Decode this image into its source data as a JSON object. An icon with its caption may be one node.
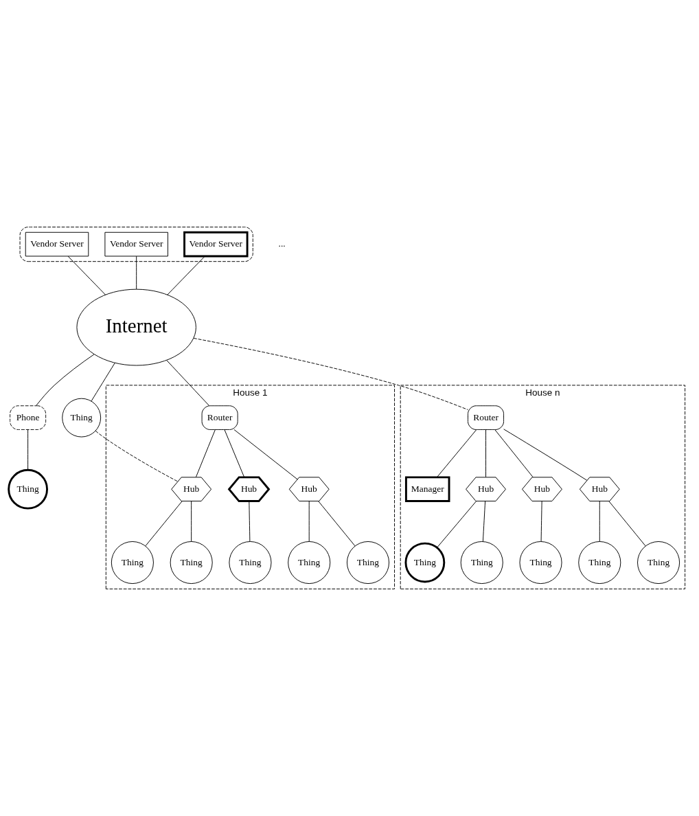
{
  "diagram": {
    "nodes": [
      {
        "text": [],
        "shape": "cloud"
      },
      {
        "text": [
          "Vendor Server"
        ],
        "in": 0
      },
      {
        "text": [
          "Vendor Server"
        ],
        "in": 0
      },
      {
        "text": [
          "Vendor Server"
        ],
        "in": 0
      },
      {
        "text": [
          "Internet"
        ]
      },
      {
        "text": [
          "Phone"
        ]
      },
      {
        "text": [
          "Thing"
        ]
      },
      {
        "text": [
          "Thing"
        ]
      },
      {
        "text": [
          "House 1"
        ]
      },
      {
        "text": [
          "Router"
        ],
        "in": 8
      },
      {
        "text": [
          "Hub"
        ],
        "in": 8
      },
      {
        "text": [
          "Hub"
        ],
        "in": 8
      },
      {
        "text": [
          "Hub"
        ],
        "in": 8
      },
      {
        "text": [
          "Thing"
        ],
        "in": 8
      },
      {
        "text": [
          "Thing"
        ],
        "in": 8
      },
      {
        "text": [
          "Thing"
        ],
        "in": 8
      },
      {
        "text": [
          "Thing"
        ],
        "in": 8
      },
      {
        "text": [
          "Thing"
        ],
        "in": 8
      },
      {
        "text": [
          "House n"
        ]
      },
      {
        "text": [
          "Router"
        ],
        "in": 18
      },
      {
        "text": [
          "Manager"
        ],
        "in": 18
      },
      {
        "text": [
          "Hub"
        ],
        "in": 18
      },
      {
        "text": [
          "Hub"
        ],
        "in": 18
      },
      {
        "text": [
          "Hub"
        ],
        "in": 18
      },
      {
        "text": [
          "Thing"
        ],
        "in": 18
      },
      {
        "text": [
          "Thing"
        ],
        "in": 18
      },
      {
        "text": [
          "Thing"
        ],
        "in": 18
      },
      {
        "text": [
          "Thing"
        ],
        "in": 18
      },
      {
        "text": [
          "Thing"
        ],
        "in": 18
      }
    ],
    "edges": [
      {
        "from": 1,
        "to": 4,
        "arrow": "none"
      },
      {
        "from": 2,
        "to": 4,
        "arrow": "none"
      },
      {
        "from": 3,
        "to": 4,
        "arrow": "none"
      },
      {
        "from": 4,
        "to": 5,
        "arrow": "none"
      },
      {
        "from": 5,
        "to": 6,
        "arrow": "none"
      },
      {
        "from": 4,
        "to": 7,
        "arrow": "none"
      },
      {
        "from": 7,
        "to": 10,
        "arrow": "none",
        "style": "dashed"
      },
      {
        "from": 4,
        "to": 9,
        "arrow": "none"
      },
      {
        "from": 4,
        "to": 19,
        "arrow": "none",
        "style": "dashed"
      },
      {
        "from": 9,
        "to": 10,
        "arrow": "none"
      },
      {
        "from": 9,
        "to": 11,
        "arrow": "none"
      },
      {
        "from": 9,
        "to": 12,
        "arrow": "none"
      },
      {
        "from": 10,
        "to": 13,
        "arrow": "none"
      },
      {
        "from": 10,
        "to": 14,
        "arrow": "none"
      },
      {
        "from": 11,
        "to": 15,
        "arrow": "none"
      },
      {
        "from": 12,
        "to": 16,
        "arrow": "none"
      },
      {
        "from": 12,
        "to": 17,
        "arrow": "none"
      },
      {
        "from": 19,
        "to": 20,
        "arrow": "none"
      },
      {
        "from": 19,
        "to": 21,
        "arrow": "none"
      },
      {
        "from": 19,
        "to": 22,
        "arrow": "none"
      },
      {
        "from": 19,
        "to": 23,
        "arrow": "none"
      },
      {
        "from": 21,
        "to": 24,
        "arrow": "none"
      },
      {
        "from": 21,
        "to": 25,
        "arrow": "none"
      },
      {
        "from": 22,
        "to": 26,
        "arrow": "none"
      },
      {
        "from": 23,
        "to": 27,
        "arrow": "none"
      },
      {
        "from": 23,
        "to": 28,
        "arrow": "none"
      }
    ],
    "labels": [
      "..."
    ]
  }
}
